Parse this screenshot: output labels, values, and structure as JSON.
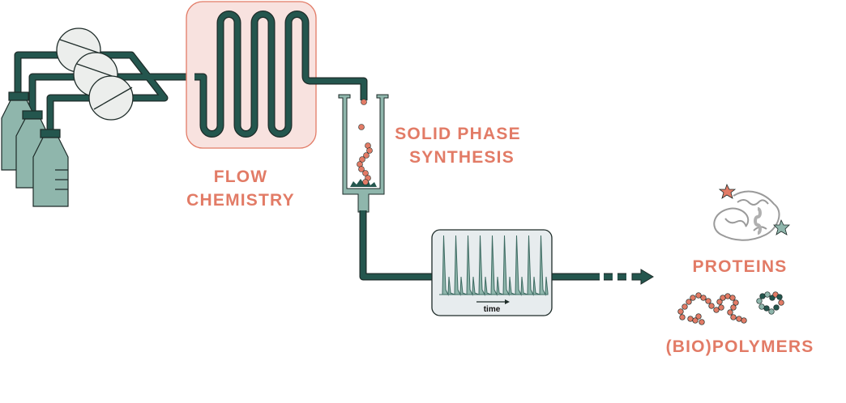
{
  "labels": {
    "flow_line1": "FLOW",
    "flow_line2": "CHEMISTRY",
    "spps_line1": "SOLID PHASE",
    "spps_line2": "SYNTHESIS",
    "proteins": "PROTEINS",
    "polymers": "(BIO)POLYMERS",
    "time_axis": "time"
  },
  "icons": [
    "reagent-bottle-icon",
    "pump-icon",
    "coil-reactor-icon",
    "resin-column-icon",
    "chromatogram-detector-icon",
    "protein-icon",
    "polymer-chain-icon",
    "star-icon",
    "arrow-icon"
  ],
  "colors": {
    "pipe": "#24564e",
    "bottle": "#8fb6ac",
    "accent": "#e27b66",
    "reactor_fill": "#f8e2df",
    "pump_fill": "#eceeec",
    "detector_fill": "#e7ecee",
    "peak_fill": "#8fb6ac"
  }
}
